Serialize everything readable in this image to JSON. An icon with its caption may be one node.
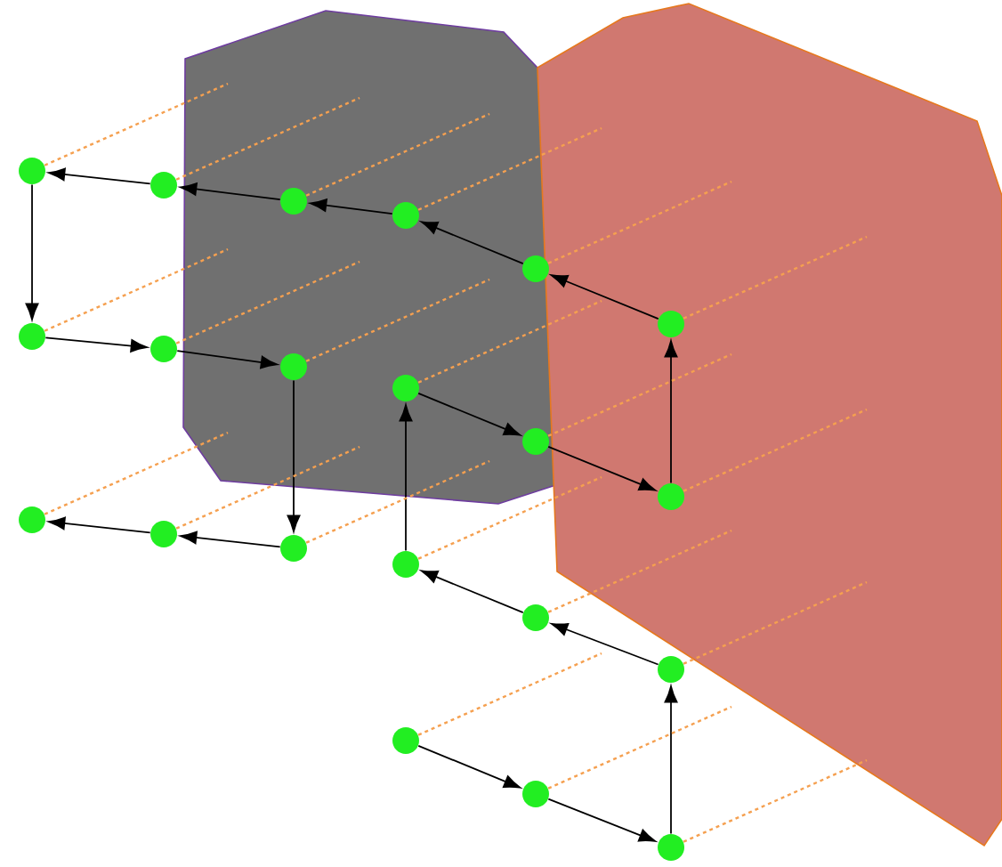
{
  "diagram": {
    "nodes": [
      {
        "text": [],
        "shape": "circle"
      },
      {
        "text": [],
        "shape": "circle"
      },
      {
        "text": [],
        "shape": "circle"
      },
      {
        "text": [],
        "shape": "circle"
      },
      {
        "text": [],
        "shape": "circle"
      },
      {
        "text": [],
        "shape": "circle"
      },
      {
        "text": [],
        "shape": "circle"
      },
      {
        "text": [],
        "shape": "circle"
      },
      {
        "text": [],
        "shape": "circle"
      },
      {
        "text": [],
        "shape": "circle"
      },
      {
        "text": [],
        "shape": "circle"
      },
      {
        "text": [],
        "shape": "circle"
      },
      {
        "text": [],
        "shape": "circle"
      },
      {
        "text": [],
        "shape": "circle"
      },
      {
        "text": [],
        "shape": "circle"
      },
      {
        "text": [],
        "shape": "circle"
      },
      {
        "text": [],
        "shape": "circle"
      },
      {
        "text": [],
        "shape": "circle"
      },
      {
        "text": [],
        "shape": "circle"
      },
      {
        "text": [],
        "shape": "circle"
      },
      {
        "text": [],
        "shape": "circle"
      }
    ],
    "edges": [
      {
        "from": 1,
        "to": 0,
        "arrow": "to",
        "color": "#000000"
      },
      {
        "from": 2,
        "to": 1,
        "arrow": "to",
        "color": "#000000"
      },
      {
        "from": 3,
        "to": 2,
        "arrow": "to",
        "color": "#000000"
      },
      {
        "from": 4,
        "to": 3,
        "arrow": "to",
        "color": "#000000"
      },
      {
        "from": 5,
        "to": 4,
        "arrow": "to",
        "color": "#000000"
      },
      {
        "from": 0,
        "to": 6,
        "arrow": "to",
        "color": "#000000"
      },
      {
        "from": 6,
        "to": 7,
        "arrow": "to",
        "color": "#000000"
      },
      {
        "from": 7,
        "to": 8,
        "arrow": "to",
        "color": "#000000"
      },
      {
        "from": 8,
        "to": 14,
        "arrow": "to",
        "color": "#000000"
      },
      {
        "from": 14,
        "to": 13,
        "arrow": "to",
        "color": "#000000"
      },
      {
        "from": 13,
        "to": 12,
        "arrow": "to",
        "color": "#000000"
      },
      {
        "from": 15,
        "to": 9,
        "arrow": "to",
        "color": "#000000"
      },
      {
        "from": 9,
        "to": 10,
        "arrow": "to",
        "color": "#000000"
      },
      {
        "from": 10,
        "to": 11,
        "arrow": "to",
        "color": "#000000"
      },
      {
        "from": 11,
        "to": 5,
        "arrow": "to",
        "color": "#000000"
      },
      {
        "from": 17,
        "to": 16,
        "arrow": "to",
        "color": "#000000"
      },
      {
        "from": 16,
        "to": 15,
        "arrow": "to",
        "color": "#000000"
      },
      {
        "from": 18,
        "to": 19,
        "arrow": "to",
        "color": "#000000"
      },
      {
        "from": 19,
        "to": 20,
        "arrow": "to",
        "color": "#000000"
      },
      {
        "from": 20,
        "to": 17,
        "arrow": "to",
        "color": "#000000"
      },
      {
        "from": 0,
        "to": null,
        "arrow": "none",
        "style": "dashed"
      },
      {
        "from": 1,
        "to": null,
        "arrow": "none",
        "style": "dashed"
      },
      {
        "from": 2,
        "to": null,
        "arrow": "none",
        "style": "dashed"
      },
      {
        "from": 3,
        "to": null,
        "arrow": "none",
        "style": "dashed"
      },
      {
        "from": 4,
        "to": null,
        "arrow": "none",
        "style": "dashed"
      },
      {
        "from": 5,
        "to": null,
        "arrow": "none",
        "style": "dashed"
      },
      {
        "from": 6,
        "to": null,
        "arrow": "none",
        "style": "dashed"
      },
      {
        "from": 7,
        "to": null,
        "arrow": "none",
        "style": "dashed"
      },
      {
        "from": 8,
        "to": null,
        "arrow": "none",
        "style": "dashed"
      },
      {
        "from": 9,
        "to": null,
        "arrow": "none",
        "style": "dashed"
      },
      {
        "from": 10,
        "to": null,
        "arrow": "none",
        "style": "dashed"
      },
      {
        "from": 11,
        "to": null,
        "arrow": "none",
        "style": "dashed"
      },
      {
        "from": 12,
        "to": null,
        "arrow": "none",
        "style": "dashed"
      },
      {
        "from": 13,
        "to": null,
        "arrow": "none",
        "style": "dashed"
      },
      {
        "from": 14,
        "to": null,
        "arrow": "none",
        "style": "dashed"
      },
      {
        "from": 15,
        "to": null,
        "arrow": "none",
        "style": "dashed"
      },
      {
        "from": 16,
        "to": null,
        "arrow": "none",
        "style": "dashed"
      },
      {
        "from": 17,
        "to": null,
        "arrow": "none",
        "style": "dashed"
      },
      {
        "from": 18,
        "to": null,
        "arrow": "none",
        "style": "dashed"
      },
      {
        "from": 19,
        "to": null,
        "arrow": "none",
        "style": "dashed"
      },
      {
        "from": 20,
        "to": null,
        "arrow": "none",
        "style": "dashed"
      }
    ]
  }
}
